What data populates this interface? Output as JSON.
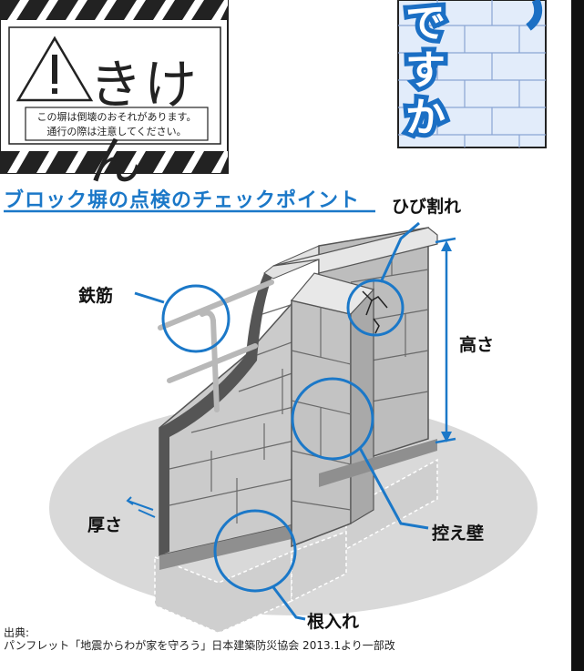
{
  "warning_sign": {
    "title": "きけん",
    "line1": "この塀は倒壊のおそれがあります。",
    "line2": "通行の際は注意してください。"
  },
  "poster": {
    "char1": "で",
    "char2": "す",
    "char3": "か"
  },
  "heading": "ブロック塀の点検のチェックポイント",
  "labels": {
    "rebar": "鉄筋",
    "cracks": "ひび割れ",
    "height": "高さ",
    "thickness": "厚さ",
    "buttress": "控え壁",
    "embedment": "根入れ"
  },
  "source": {
    "label": "出典:",
    "text": "パンフレット「地震からわが家を守ろう」日本建築防災協会 2013.1より一部改"
  },
  "colors": {
    "accent": "#1b78c8",
    "ground": "#d9d9d9",
    "block": "#c8c8c8"
  }
}
